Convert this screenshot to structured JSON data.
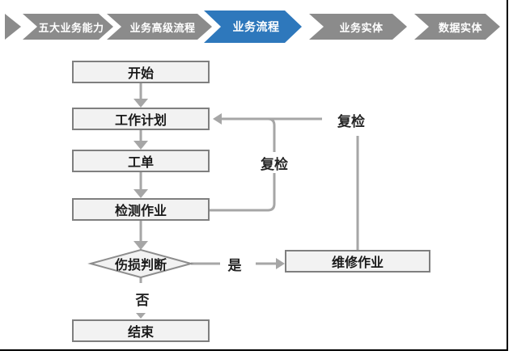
{
  "nav": {
    "items": [
      {
        "label": "五大业务能力",
        "active": false
      },
      {
        "label": "业务高级流程",
        "active": false
      },
      {
        "label": "业务流程",
        "active": true
      },
      {
        "label": "业务实体",
        "active": false
      },
      {
        "label": "数据实体",
        "active": false
      }
    ],
    "colors": {
      "inactive": "#8B8B8B",
      "active": "#2E78BC",
      "text": "#FFFFFF"
    }
  },
  "flowchart": {
    "nodes": {
      "start": "开始",
      "work_plan": "工作计划",
      "work_order": "工单",
      "inspection": "检测作业",
      "damage_decision": "伤损判断",
      "end": "结束",
      "repair": "维修作业"
    },
    "edge_labels": {
      "recheck_inner": "复检",
      "recheck_outer": "复检",
      "yes": "是",
      "no": "否"
    },
    "colors": {
      "node_fill": "#F2F2F2",
      "node_border": "#7F7F7F",
      "connector": "#A6A6A6",
      "text": "#1A1A1A"
    }
  }
}
